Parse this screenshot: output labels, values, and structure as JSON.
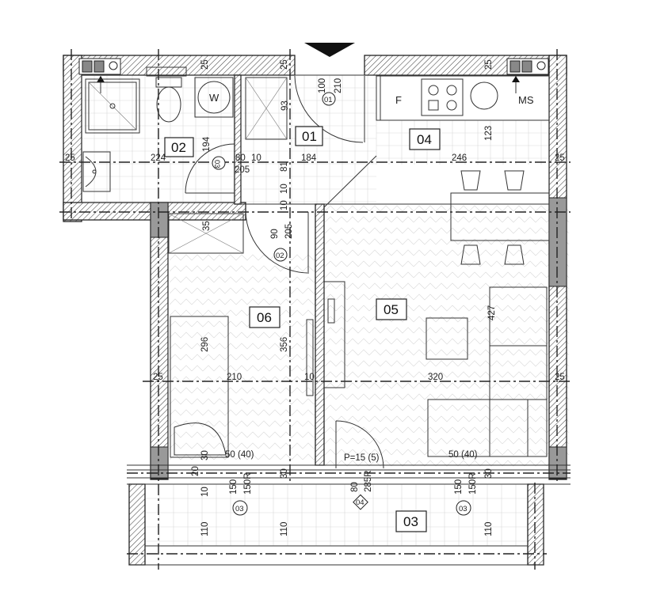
{
  "rooms": {
    "r01": "01",
    "r02": "02",
    "r03": "03",
    "r04": "04",
    "r05": "05",
    "r06": "06"
  },
  "fixtures": {
    "washer": "W",
    "fridge": "F",
    "ms": "MS"
  },
  "doors": {
    "d01": "01",
    "d02": "02",
    "d03_bath": "03",
    "d03_left": "03",
    "d03_right": "03",
    "d04": "04"
  },
  "dimensions": {
    "d25_top_a": "25",
    "d25_top_b": "25",
    "d25_top_c": "25",
    "d100": "100",
    "d210_top": "210",
    "d93": "93",
    "d123": "123",
    "d25_left_bath": "25",
    "d224": "224",
    "d194": "194",
    "d80": "80",
    "d10_a": "10",
    "d205": "205",
    "d81": "81",
    "d184": "184",
    "d246": "246",
    "d25_right_top": "25",
    "d10_b": "10",
    "d10_c": "10",
    "d90": "90",
    "d205_b": "205",
    "d35": "35",
    "d356": "356",
    "d296": "296",
    "d427": "427",
    "d25_left_mid": "25",
    "d210_mid": "210",
    "d10_mid": "10",
    "d320": "320",
    "d25_right_mid": "25",
    "d30_left": "30",
    "d50_40_left": "50 (40)",
    "dP15": "P=15 (5)",
    "d50_40_right": "50 (40)",
    "d20": "20",
    "d150a": "150",
    "d150r_a": "150R",
    "d30_b": "30",
    "d80_b": "80",
    "d285": "285R",
    "d150b": "150",
    "d150r_b": "150R",
    "d30_c": "30",
    "d10_d": "10",
    "d110_a": "110",
    "d110_b": "110",
    "d110_c": "110"
  }
}
